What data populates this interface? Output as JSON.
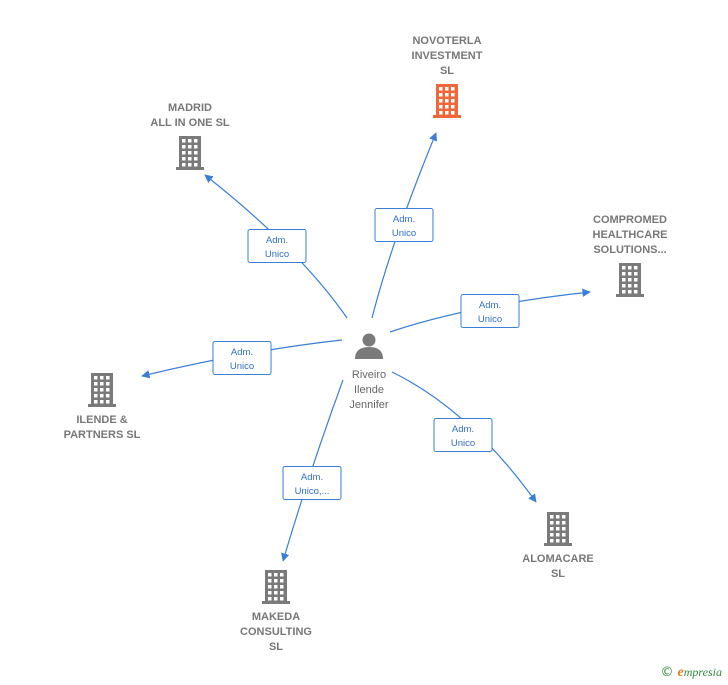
{
  "center": {
    "name_lines": [
      "Riveiro",
      "Ilende",
      "Jennifer"
    ],
    "icon": "person-icon"
  },
  "companies": [
    {
      "id": "novoterla",
      "label_lines": [
        "NOVOTERLA",
        "INVESTMENT",
        "SL"
      ],
      "highlight": true,
      "color": "#f0673a",
      "icon": "building-icon"
    },
    {
      "id": "madrid",
      "label_lines": [
        "MADRID",
        "ALL IN ONE  SL"
      ],
      "highlight": false,
      "color": "#7a7a7a",
      "icon": "building-icon"
    },
    {
      "id": "compromed",
      "label_lines": [
        "COMPROMED",
        "HEALTHCARE",
        "SOLUTIONS..."
      ],
      "highlight": false,
      "color": "#7a7a7a",
      "icon": "building-icon"
    },
    {
      "id": "ilende",
      "label_lines": [
        "ILENDE &",
        "PARTNERS  SL"
      ],
      "highlight": false,
      "color": "#7a7a7a",
      "icon": "building-icon"
    },
    {
      "id": "alomacare",
      "label_lines": [
        "ALOMACARE",
        "SL"
      ],
      "highlight": false,
      "color": "#7a7a7a",
      "icon": "building-icon"
    },
    {
      "id": "makeda",
      "label_lines": [
        "MAKEDA",
        "CONSULTING",
        "SL"
      ],
      "highlight": false,
      "color": "#7a7a7a",
      "icon": "building-icon"
    }
  ],
  "relations": [
    {
      "to": "novoterla",
      "label_lines": [
        "Adm.",
        "Unico"
      ]
    },
    {
      "to": "madrid",
      "label_lines": [
        "Adm.",
        "Unico"
      ]
    },
    {
      "to": "compromed",
      "label_lines": [
        "Adm.",
        "Unico"
      ]
    },
    {
      "to": "ilende",
      "label_lines": [
        "Adm.",
        "Unico"
      ]
    },
    {
      "to": "alomacare",
      "label_lines": [
        "Adm.",
        "Unico"
      ]
    },
    {
      "to": "makeda",
      "label_lines": [
        "Adm.",
        "Unico,..."
      ]
    }
  ],
  "colors": {
    "edge": "#3a7fd5",
    "node_default": "#7a7a7a",
    "node_highlight": "#f0673a",
    "person": "#7a7a7a"
  },
  "brand": {
    "copyright_symbol": "©",
    "initial": "e",
    "rest": "mpresia"
  }
}
